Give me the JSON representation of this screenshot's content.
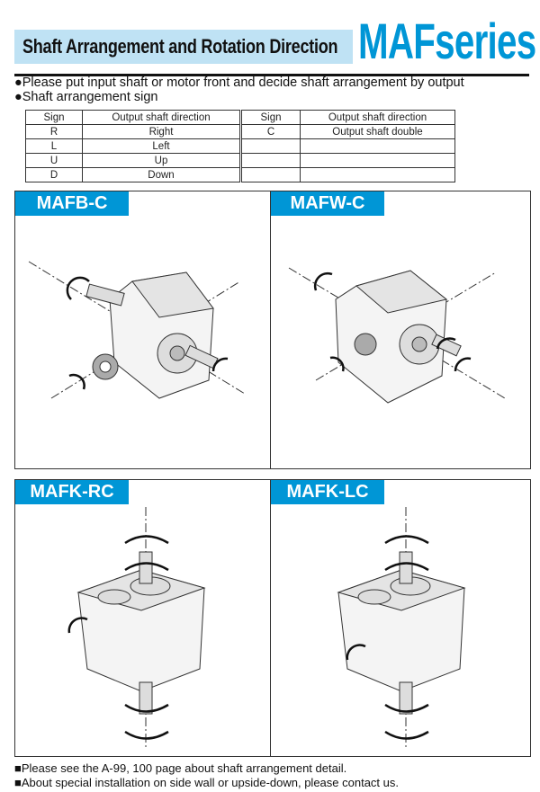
{
  "header": {
    "title": "Shaft Arrangement and Rotation Direction",
    "series": "MAFseries"
  },
  "bullets": [
    "●Please put input shaft or motor front and decide shaft arrangement by output",
    "●Shaft arrangement sign"
  ],
  "table": {
    "headers": [
      "Sign",
      "Output shaft direction",
      "Sign",
      "Output shaft direction"
    ],
    "rows": [
      [
        "R",
        "Right",
        "C",
        "Output shaft double"
      ],
      [
        "L",
        "Left",
        "",
        ""
      ],
      [
        "U",
        "Up",
        "",
        ""
      ],
      [
        "D",
        "Down",
        "",
        ""
      ]
    ]
  },
  "panels": [
    {
      "label": "MAFB-C"
    },
    {
      "label": "MAFW-C"
    },
    {
      "label": "MAFK-RC"
    },
    {
      "label": "MAFK-LC"
    }
  ],
  "notes": [
    "■Please see the A-99, 100 page about shaft arrangement detail.",
    "■About special installation on side wall or upside-down, please contact us."
  ],
  "colors": {
    "accent": "#0096d6",
    "title_bg": "#bfe2f4"
  }
}
